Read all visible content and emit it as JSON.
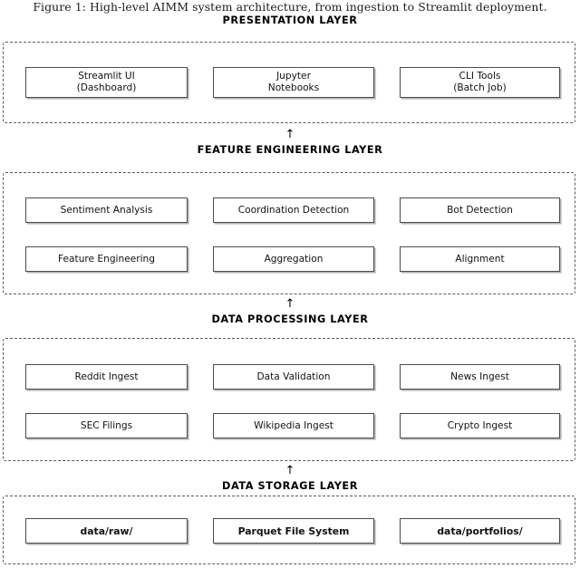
{
  "figure": {
    "caption": "Figure 1: High-level AIMM system architecture, from ingestion to Streamlit deployment.",
    "arrow_glyph": "↑",
    "arrow_icon_name": "up-arrow-icon",
    "colors": {
      "container_border": "#5a5a5a",
      "node_border": "#4c4c4c",
      "node_shadow": "#b4b4b4",
      "background": "#ffffff",
      "text": "#000000"
    }
  },
  "layers": [
    {
      "title": "PRESENTATION LAYER",
      "rows": [
        [
          {
            "line1": "Streamlit UI",
            "line2": "(Dashboard)"
          },
          {
            "line1": "Jupyter",
            "line2": "Notebooks"
          },
          {
            "line1": "CLI Tools",
            "line2": "(Batch Job)"
          }
        ]
      ]
    },
    {
      "title": "FEATURE ENGINEERING LAYER",
      "rows": [
        [
          {
            "line1": "Sentiment Analysis"
          },
          {
            "line1": "Coordination Detection"
          },
          {
            "line1": "Bot Detection"
          }
        ],
        [
          {
            "line1": "Feature Engineering"
          },
          {
            "line1": "Aggregation"
          },
          {
            "line1": "Alignment"
          }
        ]
      ]
    },
    {
      "title": "DATA PROCESSING LAYER",
      "rows": [
        [
          {
            "line1": "Reddit Ingest"
          },
          {
            "line1": "Data Validation"
          },
          {
            "line1": "News Ingest"
          }
        ],
        [
          {
            "line1": "SEC Filings"
          },
          {
            "line1": "Wikipedia Ingest"
          },
          {
            "line1": "Crypto Ingest"
          }
        ]
      ]
    },
    {
      "title": "DATA STORAGE LAYER",
      "rows": [
        [
          {
            "line1": "data/raw/"
          },
          {
            "line1": "Parquet File System"
          },
          {
            "line1": "data/portfolios/"
          }
        ]
      ]
    }
  ]
}
